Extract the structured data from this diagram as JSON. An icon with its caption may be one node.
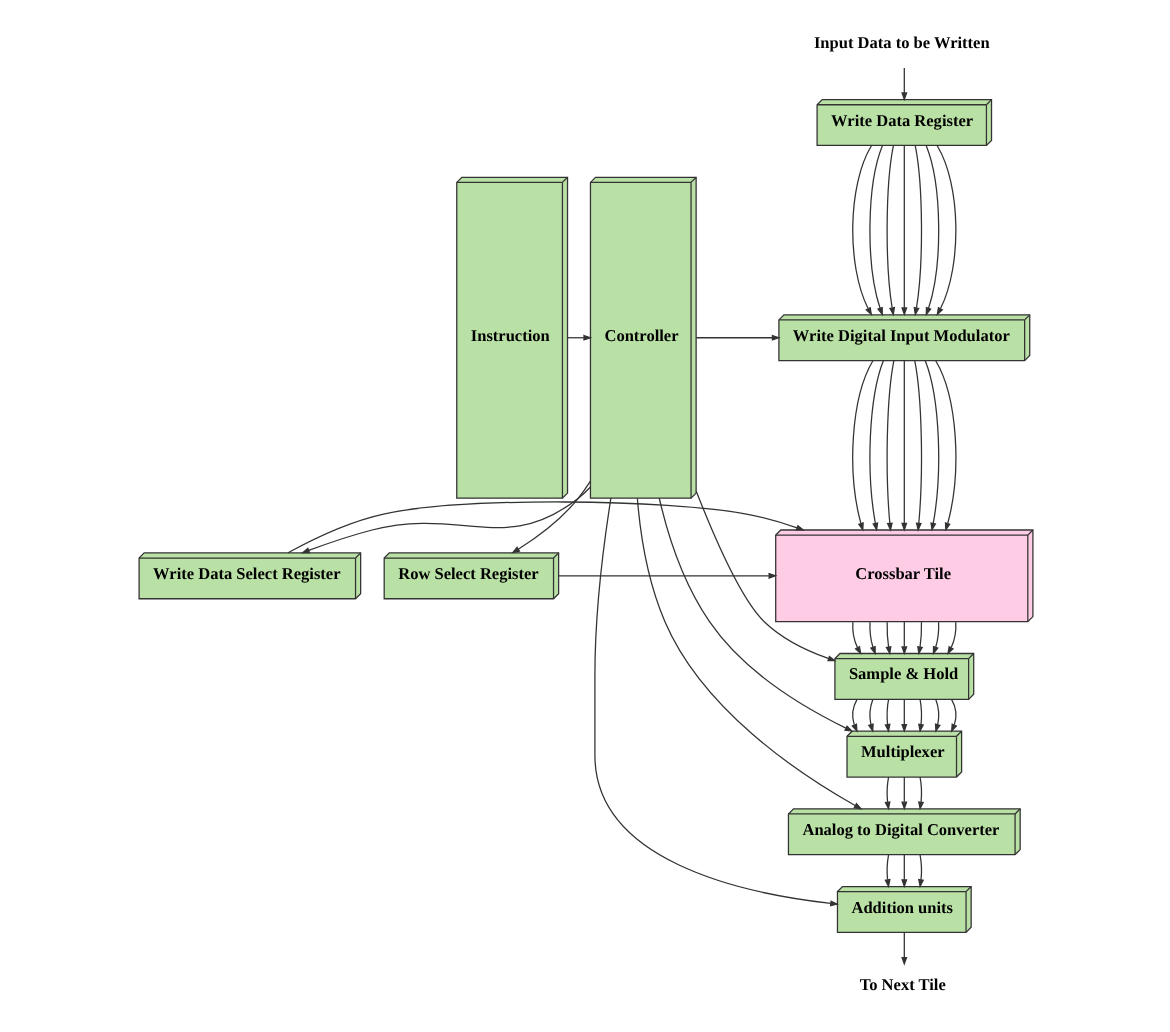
{
  "diagram": {
    "nodes": [
      {
        "text": [
          "Instruction"
        ]
      },
      {
        "text": [
          "Controller"
        ]
      },
      {
        "text": [
          "Write Data Register"
        ]
      },
      {
        "text": [
          "Write Digital Input Modulator"
        ]
      },
      {
        "text": [
          "Write Data Select Register"
        ]
      },
      {
        "text": [
          "Row Select Register"
        ]
      },
      {
        "text": [
          "Crossbar Tile"
        ]
      },
      {
        "text": [
          "Sample & Hold"
        ]
      },
      {
        "text": [
          "Multiplexer"
        ]
      },
      {
        "text": [
          "Analog to Digital Converter"
        ]
      },
      {
        "text": [
          "Addition units"
        ]
      },
      {
        "text": [
          "Input Data to be Written"
        ]
      },
      {
        "text": [
          "To Next Tile"
        ]
      }
    ],
    "edges": [
      {
        "from": 11,
        "to": 2,
        "arrow": "to"
      },
      {
        "from": 0,
        "to": 1,
        "arrow": "to"
      },
      {
        "from": 1,
        "to": 3,
        "arrow": "to"
      },
      {
        "from": 1,
        "to": 4,
        "arrow": "to"
      },
      {
        "from": 1,
        "to": 5,
        "arrow": "to"
      },
      {
        "from": 1,
        "to": 7,
        "arrow": "to"
      },
      {
        "from": 1,
        "to": 8,
        "arrow": "to"
      },
      {
        "from": 1,
        "to": 9,
        "arrow": "to"
      },
      {
        "from": 1,
        "to": 10,
        "arrow": "to"
      },
      {
        "from": 4,
        "to": 6,
        "arrow": "to"
      },
      {
        "from": 5,
        "to": 6,
        "arrow": "to"
      },
      {
        "from": 2,
        "to": 3,
        "arrow": "to"
      },
      {
        "from": 2,
        "to": 3,
        "arrow": "to"
      },
      {
        "from": 2,
        "to": 3,
        "arrow": "to"
      },
      {
        "from": 2,
        "to": 3,
        "arrow": "to"
      },
      {
        "from": 2,
        "to": 3,
        "arrow": "to"
      },
      {
        "from": 2,
        "to": 3,
        "arrow": "to"
      },
      {
        "from": 2,
        "to": 3,
        "arrow": "to"
      },
      {
        "from": 3,
        "to": 6,
        "arrow": "to"
      },
      {
        "from": 3,
        "to": 6,
        "arrow": "to"
      },
      {
        "from": 3,
        "to": 6,
        "arrow": "to"
      },
      {
        "from": 3,
        "to": 6,
        "arrow": "to"
      },
      {
        "from": 3,
        "to": 6,
        "arrow": "to"
      },
      {
        "from": 3,
        "to": 6,
        "arrow": "to"
      },
      {
        "from": 3,
        "to": 6,
        "arrow": "to"
      },
      {
        "from": 6,
        "to": 7,
        "arrow": "to"
      },
      {
        "from": 6,
        "to": 7,
        "arrow": "to"
      },
      {
        "from": 6,
        "to": 7,
        "arrow": "to"
      },
      {
        "from": 6,
        "to": 7,
        "arrow": "to"
      },
      {
        "from": 6,
        "to": 7,
        "arrow": "to"
      },
      {
        "from": 6,
        "to": 7,
        "arrow": "to"
      },
      {
        "from": 6,
        "to": 7,
        "arrow": "to"
      },
      {
        "from": 7,
        "to": 8,
        "arrow": "to"
      },
      {
        "from": 7,
        "to": 8,
        "arrow": "to"
      },
      {
        "from": 7,
        "to": 8,
        "arrow": "to"
      },
      {
        "from": 7,
        "to": 8,
        "arrow": "to"
      },
      {
        "from": 7,
        "to": 8,
        "arrow": "to"
      },
      {
        "from": 7,
        "to": 8,
        "arrow": "to"
      },
      {
        "from": 7,
        "to": 8,
        "arrow": "to"
      },
      {
        "from": 8,
        "to": 9,
        "arrow": "to"
      },
      {
        "from": 8,
        "to": 9,
        "arrow": "to"
      },
      {
        "from": 8,
        "to": 9,
        "arrow": "to"
      },
      {
        "from": 9,
        "to": 10,
        "arrow": "to"
      },
      {
        "from": 9,
        "to": 10,
        "arrow": "to"
      },
      {
        "from": 9,
        "to": 10,
        "arrow": "to"
      },
      {
        "from": 10,
        "to": 12,
        "arrow": "to"
      }
    ]
  }
}
